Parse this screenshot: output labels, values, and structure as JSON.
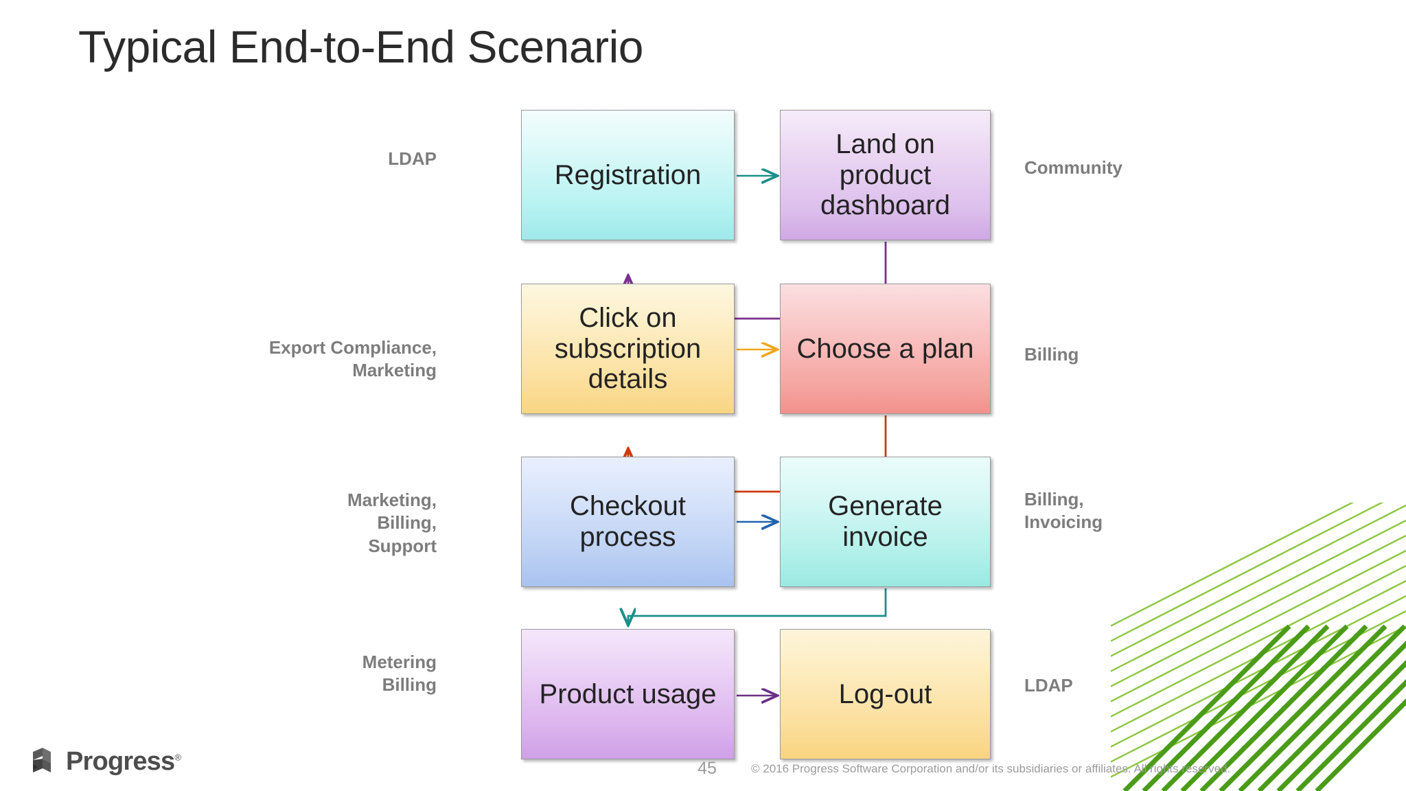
{
  "slide": {
    "title": "Typical End-to-End Scenario",
    "page_number": "45",
    "copyright": "© 2016 Progress Software Corporation and/or its subsidiaries or affiliates. All rights reserved.",
    "logo_text": "Progress",
    "logo_trademark": "®"
  },
  "colors": {
    "title": "#2b2b2b",
    "label_gray": "#7d7d7d",
    "footer_gray": "#9b9b9b",
    "arrow_teal": "#1b8f8a",
    "arrow_purple": "#7b2f8f",
    "arrow_amber": "#f0a81e",
    "arrow_red": "#cf3a10",
    "arrow_blue": "#1f63ad",
    "arrow_violet": "#6b2f86",
    "stripe_green_light": "#8cc63f",
    "stripe_green_dark": "#4a9c18"
  },
  "diagram": {
    "type": "flowchart",
    "nodes": [
      {
        "id": "registration",
        "label": "Registration",
        "row": 1,
        "col": 1
      },
      {
        "id": "dashboard",
        "label": "Land on product dashboard",
        "row": 1,
        "col": 2
      },
      {
        "id": "subscription",
        "label": "Click on subscription details",
        "row": 2,
        "col": 1
      },
      {
        "id": "plan",
        "label": "Choose a plan",
        "row": 2,
        "col": 2
      },
      {
        "id": "checkout",
        "label": "Checkout process",
        "row": 3,
        "col": 1
      },
      {
        "id": "invoice",
        "label": "Generate invoice",
        "row": 3,
        "col": 2
      },
      {
        "id": "usage",
        "label": "Product usage",
        "row": 4,
        "col": 1
      },
      {
        "id": "logout",
        "label": "Log-out",
        "row": 4,
        "col": 2
      }
    ],
    "edges": [
      {
        "from": "registration",
        "to": "dashboard",
        "style": "straight",
        "color": "#1b8f8a"
      },
      {
        "from": "dashboard",
        "to": "subscription",
        "style": "elbow",
        "color": "#7b2f8f"
      },
      {
        "from": "subscription",
        "to": "plan",
        "style": "straight",
        "color": "#f0a81e"
      },
      {
        "from": "plan",
        "to": "checkout",
        "style": "elbow",
        "color": "#cf3a10"
      },
      {
        "from": "checkout",
        "to": "invoice",
        "style": "straight",
        "color": "#1f63ad"
      },
      {
        "from": "invoice",
        "to": "usage",
        "style": "elbow",
        "color": "#1b8f8a"
      },
      {
        "from": "usage",
        "to": "logout",
        "style": "straight",
        "color": "#6b2f86"
      }
    ],
    "left_labels": [
      {
        "id": "ldap-1",
        "text": "LDAP",
        "row": 1
      },
      {
        "id": "export",
        "text": "Export Compliance,\nMarketing",
        "row": 2
      },
      {
        "id": "mbs",
        "text": "Marketing,\nBilling,\nSupport",
        "row": 3
      },
      {
        "id": "metering",
        "text": "Metering\nBilling",
        "row": 4
      }
    ],
    "right_labels": [
      {
        "id": "community",
        "text": "Community",
        "row": 1
      },
      {
        "id": "billing",
        "text": "Billing",
        "row": 2
      },
      {
        "id": "billing-invoicing",
        "text": "Billing,\nInvoicing",
        "row": 3
      },
      {
        "id": "ldap-2",
        "text": "LDAP",
        "row": 4
      }
    ]
  }
}
